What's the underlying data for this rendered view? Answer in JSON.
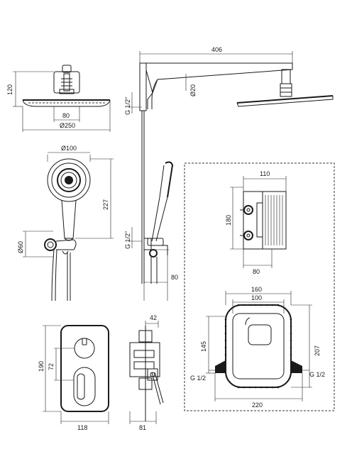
{
  "dimensions": {
    "arm_length": "406",
    "arm_diameter": "Ø20",
    "head_height": "120",
    "head_mount_width": "80",
    "head_diameter": "Ø250",
    "hand_diameter": "Ø100",
    "hand_length": "227",
    "holder_diameter": "Ø60",
    "thread_top": "G 1/2\"",
    "thread_mid": "G 1/2\"",
    "bracket_depth": "80",
    "box_width": "110",
    "box_height": "180",
    "box_depth": "80",
    "frame_outer": "160",
    "frame_inner": "100",
    "frame_height": "145",
    "frame_total_height": "207",
    "frame_width": "220",
    "thread_left": "G 1/2",
    "thread_right": "G 1/2",
    "plate_depth": "42",
    "plate_height": "190",
    "knob_offset": "72",
    "plate_width": "118",
    "valve_depth": "81"
  }
}
